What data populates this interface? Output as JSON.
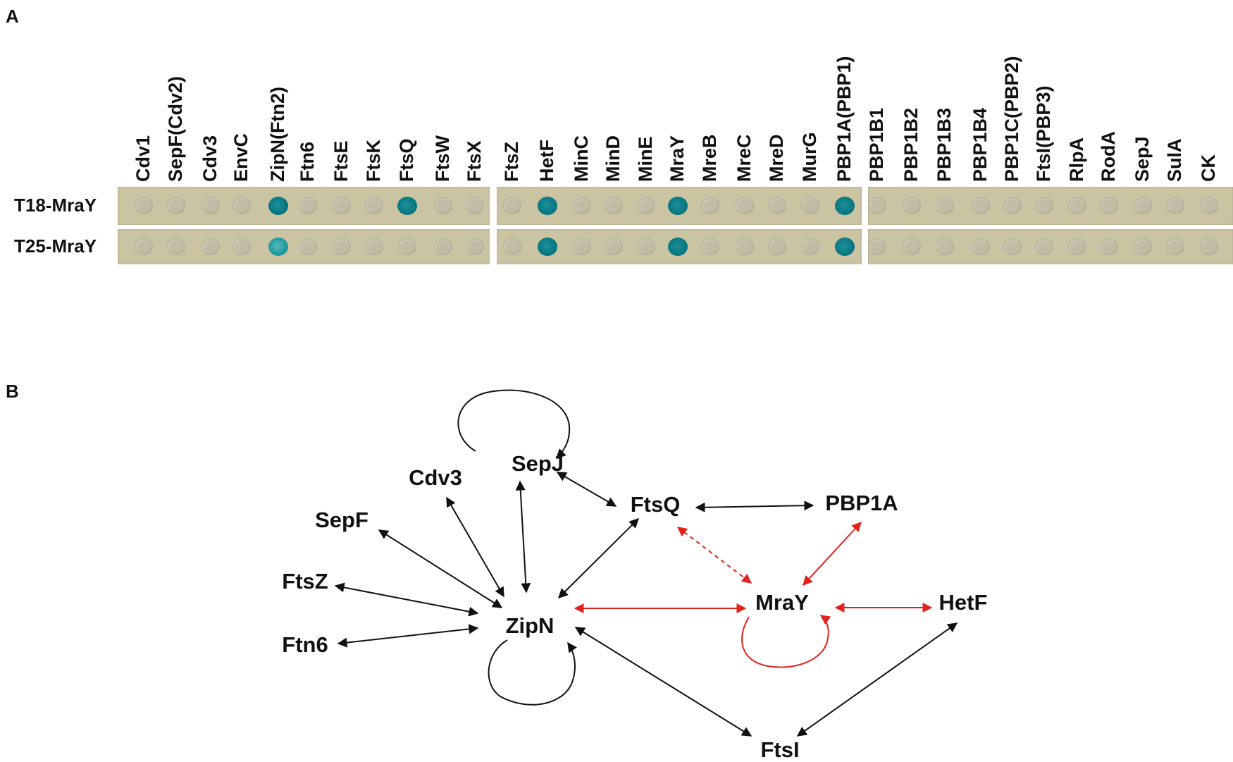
{
  "panel_a": {
    "label": "A",
    "columns": [
      "Cdv1",
      "SepF(Cdv2)",
      "Cdv3",
      "EnvC",
      "ZipN(Ftn2)",
      "Ftn6",
      "FtsE",
      "FtsK",
      "FtsQ",
      "FtsW",
      "FtsX",
      "FtsZ",
      "HetF",
      "MinC",
      "MinD",
      "MinE",
      "MraY",
      "MreB",
      "MreC",
      "MreD",
      "MurG",
      "PBP1A(PBP1)",
      "PBP1B1",
      "PBP1B2",
      "PBP1B3",
      "PBP1B4",
      "PBP1C(PBP2)",
      "FtsI(PBP3)",
      "RlpA",
      "RodA",
      "SepJ",
      "SulA",
      "CK"
    ],
    "rows": [
      {
        "label": "T18-MraY",
        "positives": [
          "ZipN(Ftn2)",
          "FtsQ",
          "HetF",
          "MraY",
          "PBP1A(PBP1)"
        ]
      },
      {
        "label": "T25-MraY",
        "positives": [
          "ZipN(Ftn2)",
          "HetF",
          "MraY",
          "PBP1A(PBP1)"
        ]
      }
    ],
    "colors": {
      "plate": "#cbc4a3",
      "negative_spot": "#c2bca6",
      "positive_spot": "#087781"
    }
  },
  "panel_b": {
    "label": "B",
    "nodes": [
      "SepJ",
      "Cdv3",
      "FtsQ",
      "PBP1A",
      "SepF",
      "FtsZ",
      "ZipN",
      "MraY",
      "HetF",
      "Ftn6",
      "FtsI"
    ],
    "edges": [
      {
        "from": "ZipN",
        "to": "SepF",
        "color": "black"
      },
      {
        "from": "ZipN",
        "to": "FtsZ",
        "color": "black"
      },
      {
        "from": "ZipN",
        "to": "Ftn6",
        "color": "black"
      },
      {
        "from": "ZipN",
        "to": "Cdv3",
        "color": "black"
      },
      {
        "from": "ZipN",
        "to": "SepJ",
        "color": "black"
      },
      {
        "from": "ZipN",
        "to": "FtsQ",
        "color": "black"
      },
      {
        "from": "ZipN",
        "to": "FtsI",
        "color": "black"
      },
      {
        "from": "ZipN",
        "to": "MraY",
        "color": "red"
      },
      {
        "from": "SepJ",
        "to": "FtsQ",
        "color": "black"
      },
      {
        "from": "FtsQ",
        "to": "PBP1A",
        "color": "black"
      },
      {
        "from": "FtsQ",
        "to": "MraY",
        "color": "red",
        "style": "dashed"
      },
      {
        "from": "PBP1A",
        "to": "MraY",
        "color": "red"
      },
      {
        "from": "MraY",
        "to": "HetF",
        "color": "red"
      },
      {
        "from": "HetF",
        "to": "FtsI",
        "color": "black"
      }
    ],
    "self_loops": [
      {
        "node": "SepJ",
        "color": "black"
      },
      {
        "node": "ZipN",
        "color": "black"
      },
      {
        "node": "MraY",
        "color": "red"
      }
    ],
    "colors": {
      "black": "#111111",
      "red": "#e3231b"
    }
  }
}
